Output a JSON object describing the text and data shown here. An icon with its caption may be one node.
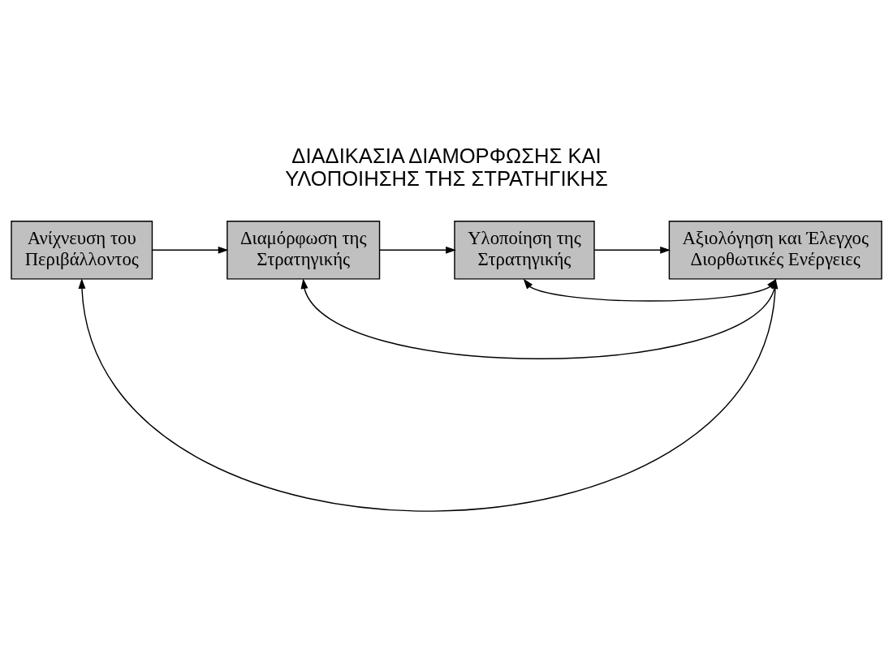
{
  "diagram": {
    "title": "ΔΙΑΔΙΚΑΣΙΑ ΔΙΑΜΟΡΦΩΣΗΣ ΚΑΙ ΥΛΟΠΟΙΗΣΗΣ ΤΗΣ ΣΤΡΑΤΗΓΙΚΗΣ",
    "nodes": [
      {
        "text": [
          "Ανίχνευση του Περιβάλλοντος"
        ]
      },
      {
        "text": [
          "Διαμόρφωση της Στρατηγικής"
        ]
      },
      {
        "text": [
          "Υλοποίηση της Στρατηγικής"
        ]
      },
      {
        "text": [
          "Αξιολόγηση και Έλεγχος",
          "Διορθωτικές Ενέργειες"
        ]
      }
    ],
    "edges": [
      {
        "from": 0,
        "to": 1,
        "arrow": "to"
      },
      {
        "from": 1,
        "to": 2,
        "arrow": "to"
      },
      {
        "from": 2,
        "to": 3,
        "arrow": "to"
      },
      {
        "from": 3,
        "to": 0,
        "arrow": "to"
      },
      {
        "from": 3,
        "to": 1,
        "arrow": "both"
      },
      {
        "from": 3,
        "to": 2,
        "arrow": "both"
      }
    ]
  }
}
